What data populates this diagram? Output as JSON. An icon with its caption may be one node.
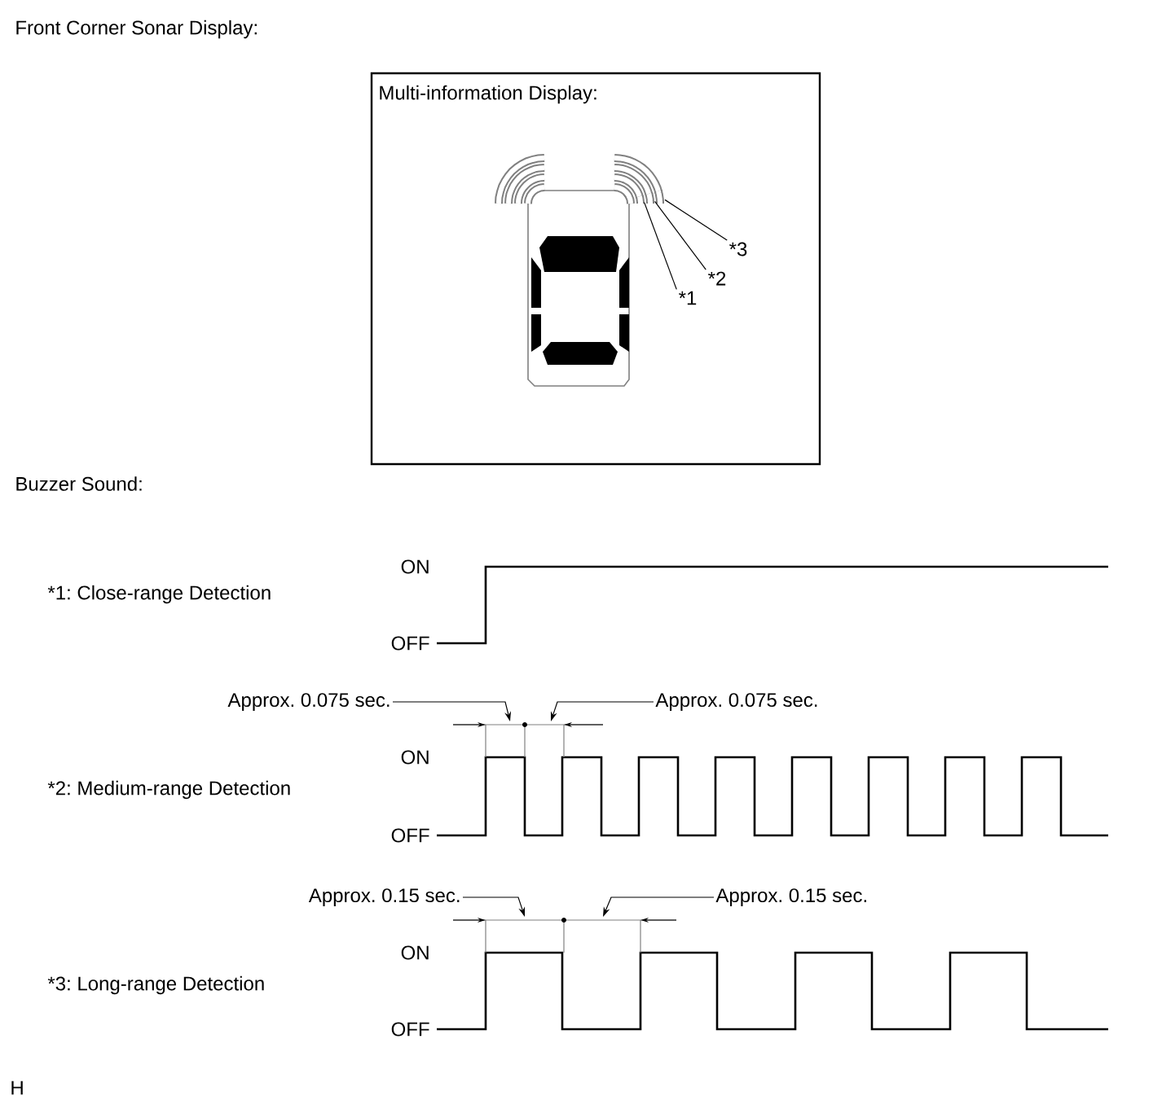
{
  "diagram": {
    "nodes": [
      {
        "text": [
          "Multi-information Display:"
        ]
      },
      {
        "text": [
          "*1"
        ],
        "in": 0
      },
      {
        "text": [
          "*2"
        ],
        "in": 0
      },
      {
        "text": [
          "*3"
        ],
        "in": 0
      },
      {
        "text": [
          "Approx. 0.075 sec."
        ]
      },
      {
        "text": [
          "Approx. 0.075 sec."
        ]
      },
      {
        "text": [
          "Approx. 0.15 sec."
        ]
      },
      {
        "text": [
          "Approx. 0.15 sec."
        ]
      },
      {
        "text": [],
        "shape": "arc",
        "in": 0
      },
      {
        "text": [],
        "shape": "arc",
        "in": 0
      },
      {
        "text": [],
        "shape": "arc",
        "in": 0
      }
    ],
    "edges": [
      {
        "from": 1,
        "to": 8,
        "arrow": "none"
      },
      {
        "from": 2,
        "to": 9,
        "arrow": "none"
      },
      {
        "from": 3,
        "to": 10,
        "arrow": "none"
      },
      {
        "from": 4,
        "to": null,
        "arrow": "to"
      },
      {
        "from": 5,
        "to": null,
        "arrow": "to"
      },
      {
        "from": 6,
        "to": null,
        "arrow": "to"
      },
      {
        "from": 7,
        "to": null,
        "arrow": "to"
      }
    ],
    "labels": [
      "Front Corner Sonar Display:",
      "Buzzer Sound:",
      "ON",
      "*1: Close-range Detection",
      "OFF",
      "ON",
      "*2: Medium-range Detection",
      "OFF",
      "ON",
      "*3: Long-range Detection",
      "OFF",
      "H"
    ]
  }
}
